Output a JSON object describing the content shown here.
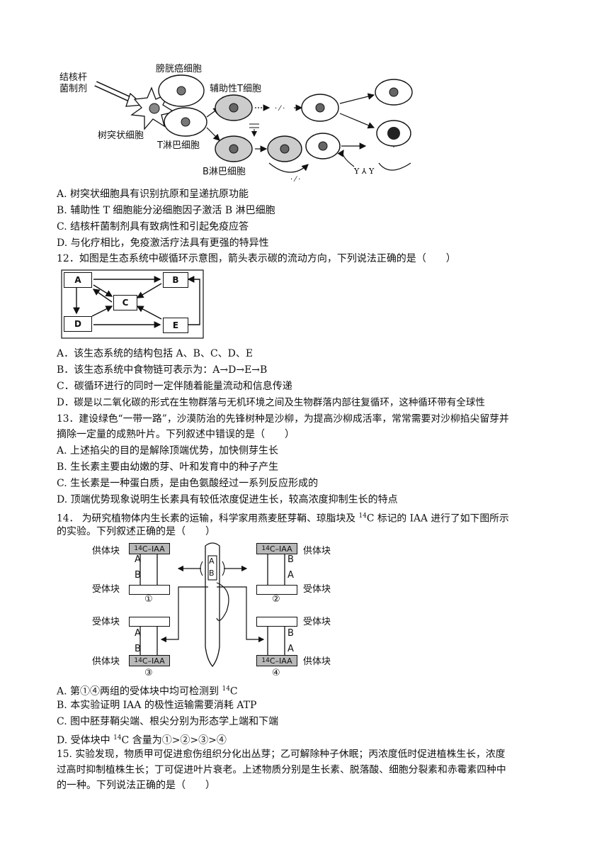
{
  "q11": {
    "diagram": {
      "tb_agent": "结核杆菌制剂",
      "tb_agent_l1": "结核杆",
      "tb_agent_l2": "菌制剂",
      "bladder_cancer": "膀胱癌细胞",
      "helper_t": "辅助性T细胞",
      "dendritic": "树突状细胞",
      "t_lymph": "T淋巴细胞",
      "b_lymph": "B淋巴细胞"
    },
    "options": [
      "A. 树突状细胞具有识别抗原和呈递抗原功能",
      "B. 辅助性 T 细胞能分泌细胞因子激活 B 淋巴细胞",
      "C. 结核杆菌制剂具有致病性和引起免疫应答",
      "D. 与化疗相比，免疫激活疗法具有更强的特异性"
    ]
  },
  "q12": {
    "stem": "12．如图是生态系统中碳循环示意图，箭头表示碳的流动方向，下列说法正确的是（　　）",
    "nodes": [
      "A",
      "B",
      "C",
      "D",
      "E"
    ],
    "options": [
      "A．该生态系统的结构包括 A、B、C、D、E",
      "B．该生态系统中食物链可表示为：A→D→E→B",
      "C．碳循环进行的同时一定伴随着能量流动和信息传递",
      "D．碳是以二氧化碳的形式在生物群落与无机环境之间及生物群落内部往复循环，这种循环带有全球性"
    ]
  },
  "q13": {
    "stem_l1": "13．建设绿色“一带一路”，沙漠防治的先锋树种是沙柳，为提高沙柳成活率，常常需要对沙柳掐尖留芽并",
    "stem_l2": "摘除一定量的成熟叶片。下列叙述中错误的是（　　）",
    "options": [
      "A. 上述掐尖的目的是解除顶端优势，加快侧芽生长",
      "B. 生长素主要由幼嫩的芽、叶和发育中的种子产生",
      "C. 生长素是一种蛋白质，是由色氨酸经过一系列反应形成的",
      "D. 顶端优势现象说明生长素具有较低浓度促进生长，较高浓度抑制生长的特点"
    ]
  },
  "q14": {
    "stem_l1_a": "14．  为研究植物体内生长素的运输，科学家用燕麦胚芽鞘、琼脂块及 ",
    "stem_l1_sup": "14",
    "stem_l1_b": "C 标记的 IAA 进行了如下图所示",
    "stem_l2": "的实验。下列叙述正确的是（　　）",
    "diagram": {
      "donor": "供体块",
      "receiver": "受体块",
      "iaa": "14C–IAA",
      "iaa_sup": "14",
      "iaa_rest": "C–IAA",
      "seg_a": "A",
      "seg_b": "B",
      "n1": "①",
      "n2": "②",
      "n3": "③",
      "n4": "④"
    },
    "options": {
      "a_pre": "A. 第①④两组的受体块中均可检测到 ",
      "a_sup": "14",
      "a_post": "C",
      "b": "B. 本实验证明 IAA 的极性运输需要消耗 ATP",
      "c": "C. 图中胚芽鞘尖端、根尖分别为形态学上端和下端",
      "d_pre": "D. 受体块中 ",
      "d_sup": "14",
      "d_post": "C 含量为①>②>③>④"
    }
  },
  "q15": {
    "l1": "15. 实验发现，物质甲可促进愈伤组织分化出丛芽；乙可解除种子休眠；丙浓度低时促进植株生长，浓度",
    "l2": "过高时抑制植株生长；丁可促进叶片衰老。上述物质分别是生长素、脱落酸、细胞分裂素和赤霉素四种中",
    "l3": "的一种。下列说法正确的是（　　）"
  }
}
